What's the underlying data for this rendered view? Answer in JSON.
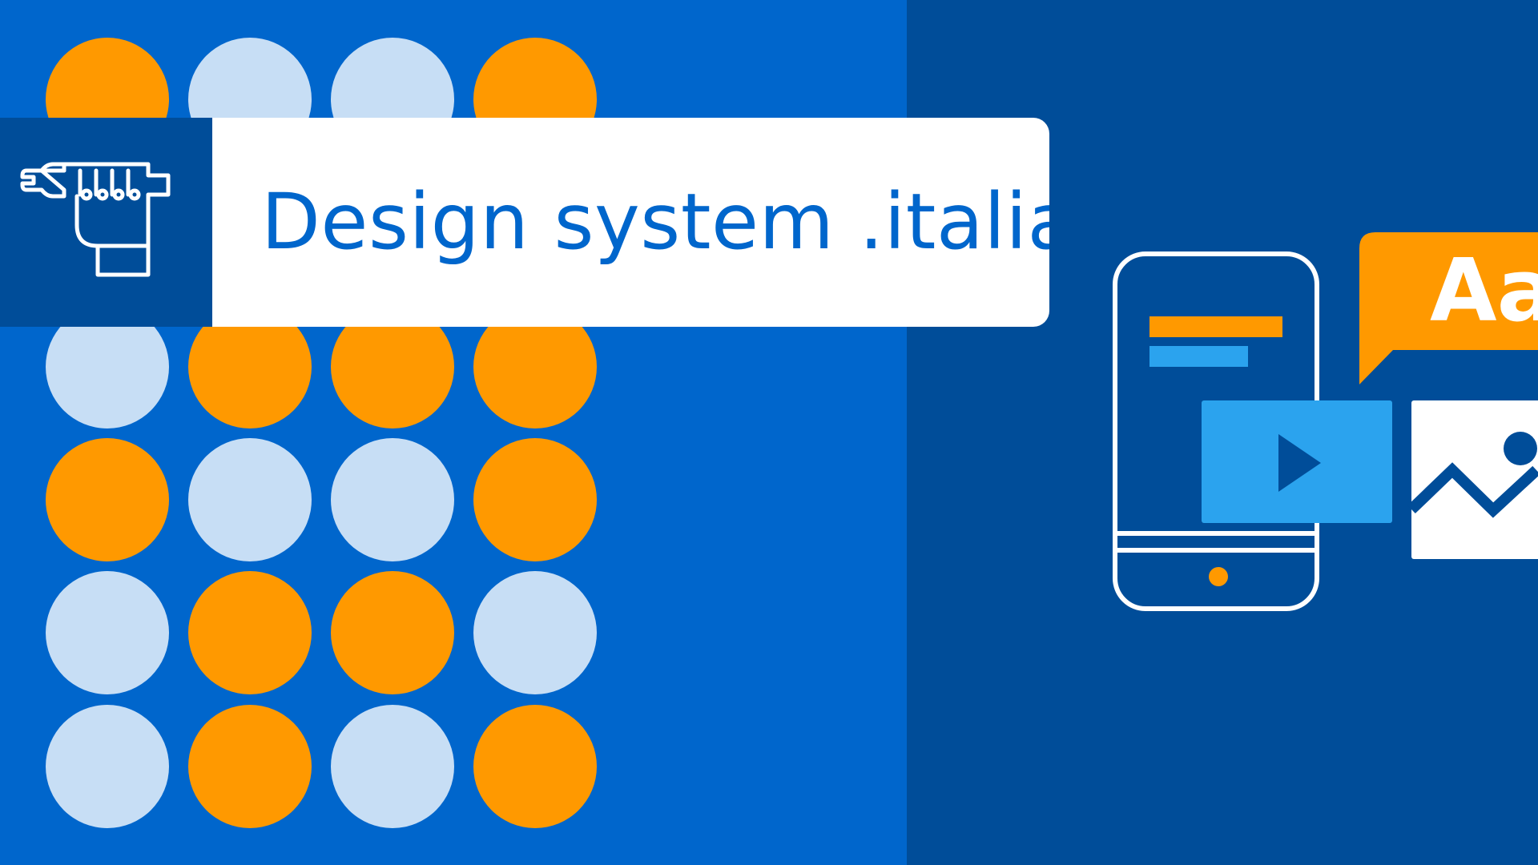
{
  "banner": {
    "title": "Design system .italia",
    "type_sample": "Aa"
  },
  "colors": {
    "primary_blue": "#0066CC",
    "dark_blue": "#004D99",
    "orange": "#FF9900",
    "light_blue": "#C7DEF5",
    "sky_blue": "#2BA3EE",
    "white": "#FFFFFF"
  },
  "dot_grid": {
    "rows": [
      [
        "orange",
        "light",
        "light",
        "orange"
      ],
      [
        "light",
        "orange",
        "orange",
        "orange"
      ],
      [
        "orange",
        "light",
        "light",
        "orange"
      ],
      [
        "light",
        "orange",
        "orange",
        "light"
      ],
      [
        "light",
        "orange",
        "light",
        "orange"
      ]
    ],
    "top_row": [
      "orange",
      "light",
      "light",
      "orange"
    ]
  },
  "icons": {
    "logo": "wrench-hand-toolkit-icon",
    "device": "smartphone-icon",
    "video": "play-video-icon",
    "image": "image-placeholder-icon",
    "typography": "speech-bubble-typography-icon"
  }
}
